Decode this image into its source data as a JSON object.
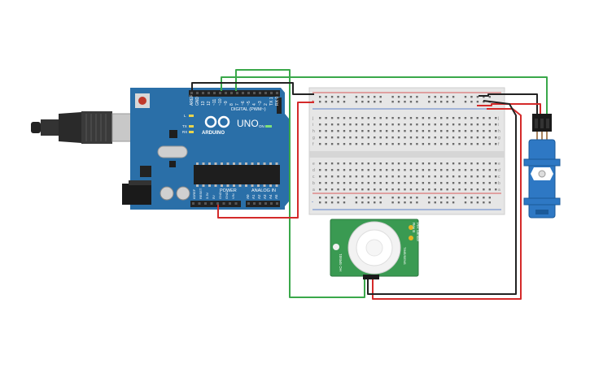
{
  "arduino": {
    "logo_text": "ARDUINO",
    "model": "UNO",
    "digital_label": "DIGITAL (PWM~)",
    "power_label": "POWER",
    "analog_label": "ANALOG IN",
    "on_label": "ON",
    "l_label": "L",
    "tx_label": "TX",
    "rx_label": "RX",
    "top_pins": [
      "AREF",
      "GND",
      "13",
      "12",
      "~11",
      "~10",
      "~9",
      "8",
      "7",
      "~6",
      "~5",
      "4",
      "~3",
      "2",
      "TX 1",
      "RX 0"
    ],
    "power_pins": [
      "IOREF",
      "RESET",
      "3.3V",
      "5V",
      "GND",
      "GND",
      "VIN"
    ],
    "analog_pins": [
      "A0",
      "A1",
      "A2",
      "A3",
      "A4",
      "A5"
    ]
  },
  "breadboard": {
    "row_letters_top": [
      "j",
      "i",
      "h",
      "g",
      "f"
    ],
    "row_letters_bottom": [
      "e",
      "d",
      "c",
      "b",
      "a"
    ],
    "plus": "+",
    "minus": "-"
  },
  "pir": {
    "label_left": "HC-SR501",
    "label_right_1": "PIR Sensor",
    "label_right_2": "Rev B",
    "label_right_3": "TIME/SENS"
  },
  "colors": {
    "board": "#2a6fa8",
    "board_dark": "#1c5a8e",
    "breadboard": "#e6e6e6",
    "wire_green": "#3aa84a",
    "wire_red": "#d42a2a",
    "wire_black": "#222222",
    "servo": "#2e78c4",
    "pir_pcb": "#3a9a52"
  }
}
